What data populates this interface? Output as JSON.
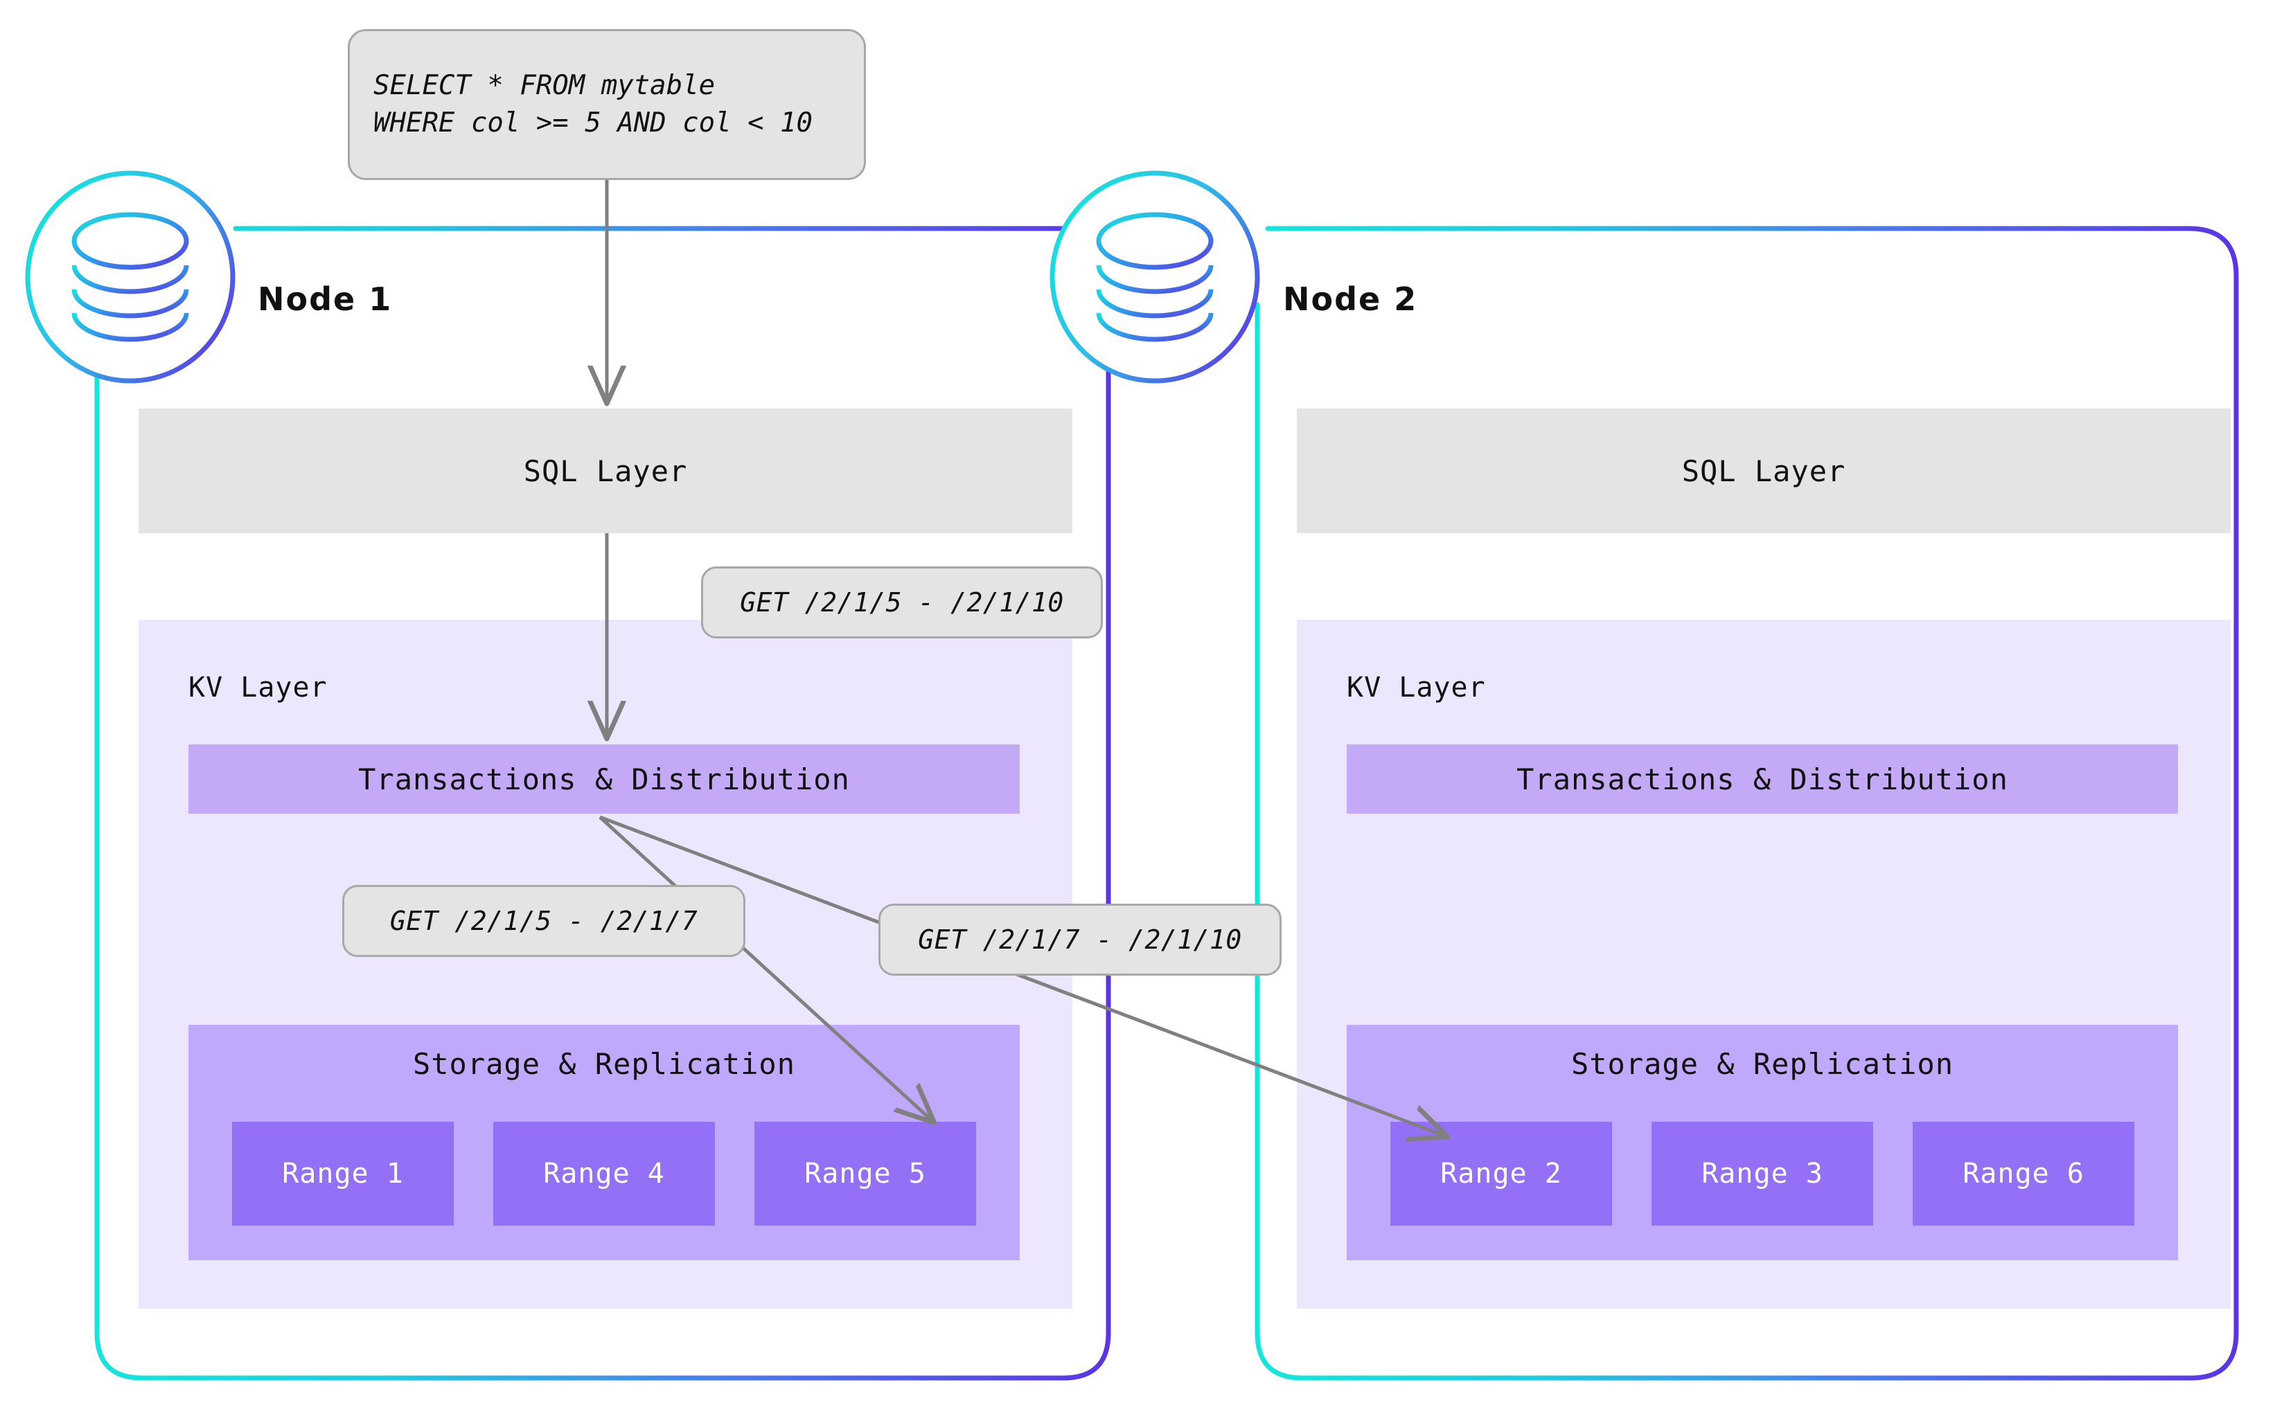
{
  "diagram": {
    "title": "CockroachDB distributed query routing across nodes",
    "background_color": "#ffffff"
  },
  "query_box": {
    "name": "sql-query",
    "line1": "SELECT * FROM mytable",
    "line2": "WHERE col >= 5 AND col < 10"
  },
  "nodes": [
    {
      "id": "node-1",
      "title": "Node 1",
      "icon": "database-cylinder-icon",
      "sql_layer_label": "SQL Layer",
      "kv_layer_label": "KV Layer",
      "transactions_label": "Transactions & Distribution",
      "storage_label": "Storage & Replication",
      "ranges": [
        "Range 1",
        "Range 4",
        "Range 5"
      ]
    },
    {
      "id": "node-2",
      "title": "Node 2",
      "icon": "database-cylinder-icon",
      "sql_layer_label": "SQL Layer",
      "kv_layer_label": "KV Layer",
      "transactions_label": "Transactions & Distribution",
      "storage_label": "Storage & Replication",
      "ranges": [
        "Range 2",
        "Range 3",
        "Range 6"
      ]
    }
  ],
  "callouts": [
    {
      "id": "callout-kv-request",
      "text": "GET /2/1/5 - /2/1/10"
    },
    {
      "id": "callout-range-5",
      "text": "GET /2/1/5 - /2/1/7"
    },
    {
      "id": "callout-range-2",
      "text": "GET /2/1/7 - /2/1/10"
    }
  ],
  "colors": {
    "node_border_start": "#1FE5D9",
    "node_border_end": "#5B3EE8",
    "sql_layer_fill": "#E4E4E4",
    "kv_panel_fill": "#EDE7FE",
    "transactions_fill": "#C4A9F7",
    "storage_fill": "#C0A8FC",
    "range_fill": "#9370F5",
    "arrow_stroke": "#808080",
    "callout_fill": "#E4E4E4",
    "callout_border": "#A8A8A8"
  }
}
